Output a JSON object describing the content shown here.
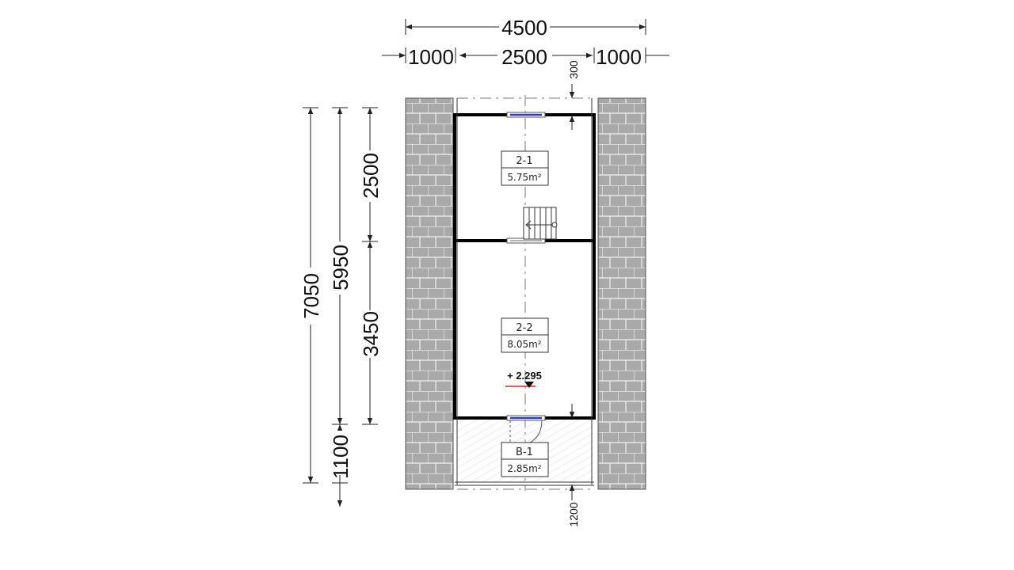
{
  "dimensions": {
    "overall_width": "4500",
    "left_roof": "1000",
    "center": "2500",
    "right_roof": "1000",
    "top_offset": "300",
    "bottom_offset": "1200",
    "total_length": "7050",
    "inner_length": "5950",
    "room_upper": "2500",
    "room_lower": "3450",
    "balcony": "1100"
  },
  "rooms": [
    {
      "id": "2-1",
      "area": "5.75m²"
    },
    {
      "id": "2-2",
      "area": "8.05m²"
    },
    {
      "id": "B-1",
      "area": "2.85m²"
    }
  ],
  "level_mark": "+ 2.295",
  "colors": {
    "roof_tile": "#a9a9a9",
    "wall": "#000000",
    "window": "#2f3fbf",
    "level_line": "#d62020"
  }
}
